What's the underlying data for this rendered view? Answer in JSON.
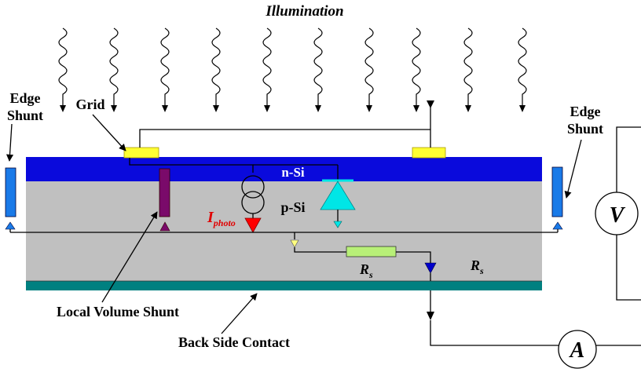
{
  "labels": {
    "illumination": "Illumination",
    "edge_shunt_left": [
      "Edge",
      "Shunt"
    ],
    "edge_shunt_right": [
      "Edge",
      "Shunt"
    ],
    "grid": "Grid",
    "n_si": "n-Si",
    "p_si": "p-Si",
    "i_photo_main": "I",
    "i_photo_sub": "photo",
    "rs_main": "R",
    "rs_sub": "s",
    "local_volume_shunt": "Local Volume Shunt",
    "back_side_contact": "Back Side Contact",
    "voltmeter": "V",
    "ammeter": "A"
  },
  "colors": {
    "n_layer": "#0a0adc",
    "p_layer": "#c0c0c0",
    "back_contact": "#008080",
    "grid_finger": "#ffff33",
    "edge_shunt": "#1a7ae8",
    "local_shunt": "#7a0a6a",
    "diode": "#00e6e6",
    "photo_source": "#ff0000",
    "resistor": "#b8f078",
    "rs_arrow": "#0000cc",
    "small_arrow_yellow": "#ffff80"
  }
}
